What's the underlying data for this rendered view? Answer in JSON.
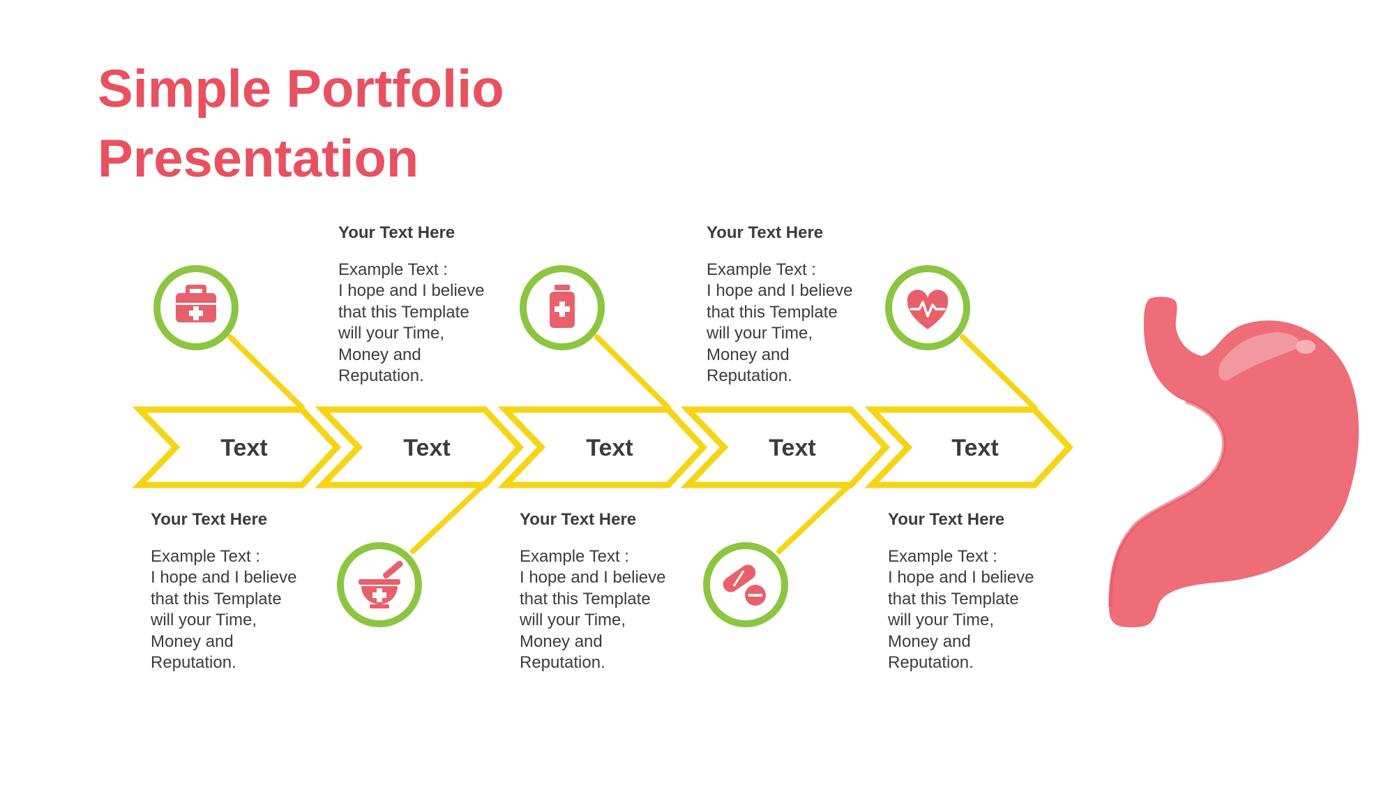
{
  "title": {
    "line1": "Simple Portfolio",
    "line2": "Presentation"
  },
  "colors": {
    "title": "#e8515f",
    "chevron": "#f7d516",
    "circle_ring": "#8cc641",
    "icon": "#e8606b",
    "stomach": "#ee6d78",
    "text": "#3c3c3c"
  },
  "stages": [
    {
      "label": "Text",
      "icon": "first-aid-kit-icon",
      "icon_position": "top"
    },
    {
      "label": "Text",
      "icon": "mortar-pestle-icon",
      "icon_position": "bottom"
    },
    {
      "label": "Text",
      "icon": "medicine-bottle-icon",
      "icon_position": "top"
    },
    {
      "label": "Text",
      "icon": "pills-icon",
      "icon_position": "bottom"
    },
    {
      "label": "Text",
      "icon": "heart-pulse-icon",
      "icon_position": "top"
    }
  ],
  "text_blocks": [
    {
      "heading": "Your Text  Here",
      "lines": [
        "Example Text :",
        "I hope and I believe",
        "that this Template",
        "will your Time,",
        "Money and",
        "Reputation."
      ]
    },
    {
      "heading": "Your Text  Here",
      "lines": [
        "Example Text :",
        "I hope and I believe",
        "that this Template",
        "will your Time,",
        "Money and",
        "Reputation."
      ]
    },
    {
      "heading": "Your Text  Here",
      "lines": [
        "Example Text :",
        "I hope and I believe",
        "that this Template",
        "will your Time,",
        "Money and",
        "Reputation."
      ]
    },
    {
      "heading": "Your Text  Here",
      "lines": [
        "Example Text :",
        "I hope and I believe",
        "that this Template",
        "will your Time,",
        "Money and",
        "Reputation."
      ]
    },
    {
      "heading": "Your Text  Here",
      "lines": [
        "Example Text :",
        "I hope and I believe",
        "that this Template",
        "will your Time,",
        "Money and",
        "Reputation."
      ]
    }
  ],
  "illustration": "stomach-illustration"
}
